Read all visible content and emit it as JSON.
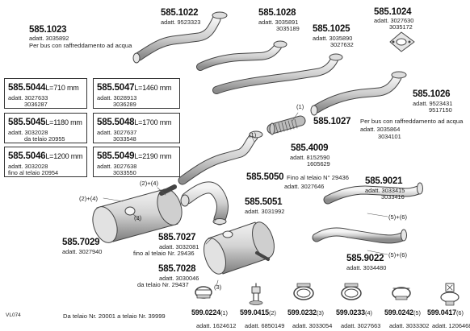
{
  "parts": {
    "p1022": {
      "code": "585.1022",
      "lines": [
        "adatt. 9523323"
      ]
    },
    "p1023": {
      "code": "585.1023",
      "lines": [
        "adatt. 3035892"
      ]
    },
    "note_bus": "Per bus con raffreddamento ad acqua",
    "p1028": {
      "code": "585.1028",
      "lines": [
        "adatt. 3035891",
        "3035189"
      ]
    },
    "p1025": {
      "code": "585.1025",
      "lines": [
        "adatt. 3035890",
        "3027632"
      ]
    },
    "p1024": {
      "code": "585.1024",
      "lines": [
        "adatt. 3027630",
        "3035172"
      ]
    },
    "p1026": {
      "code": "585.1026",
      "lines": [
        "adatt. 9523431",
        "9517150"
      ]
    },
    "p1027": {
      "code": "585.1027",
      "note": "Per bus con raffreddamento ad acqua",
      "lines": [
        "adatt. 3035864",
        "3034101"
      ]
    },
    "p4009": {
      "code": "585.4009",
      "lines": [
        "adatt. 8152590",
        "1605629"
      ]
    },
    "p5050": {
      "code": "585.5050",
      "note": "Fino al telaio N° 29436",
      "lines": [
        "adatt. 3027646"
      ]
    },
    "p5051": {
      "code": "585.5051",
      "lines": [
        "adatt. 3031992"
      ]
    },
    "p9021": {
      "code": "585.9021",
      "lines": [
        "adatt. 3033415",
        "3033416"
      ]
    },
    "p9022": {
      "code": "585.9022",
      "lines": [
        "adatt. 3034480"
      ]
    },
    "p7027": {
      "code": "585.7027",
      "lines": [
        "adatt. 3032081",
        "fino al telaio Nr. 29436"
      ]
    },
    "p7028": {
      "code": "585.7028",
      "lines": [
        "adatt. 3030046",
        "da telaio Nr. 29437"
      ]
    },
    "p7029": {
      "code": "585.7029",
      "lines": [
        "adatt. 3027940"
      ]
    }
  },
  "boxes": [
    {
      "code": "585.5044",
      "suffix": "L=710 mm",
      "lines": [
        "adatt. 3027633",
        "3036287"
      ]
    },
    {
      "code": "585.5047",
      "suffix": "L=1460 mm",
      "lines": [
        "adatt. 3028913",
        "3036289"
      ]
    },
    {
      "code": "585.5045",
      "suffix": "L=1180 mm",
      "lines": [
        "adatt. 3032028",
        "da telaio 20955"
      ]
    },
    {
      "code": "585.5048",
      "suffix": "L=1700 mm",
      "lines": [
        "adatt. 3027637",
        "3033548"
      ]
    },
    {
      "code": "585.5046",
      "suffix": "L=1200 mm",
      "lines": [
        "adatt. 3032028",
        "fino al telaio 20954"
      ]
    },
    {
      "code": "585.5049",
      "suffix": "L=2190 mm",
      "lines": [
        "adatt. 3027638",
        "3033550"
      ]
    }
  ],
  "callouts": {
    "c1a": "(1)",
    "c1b": "(1)",
    "c24a": "(2)+(4)",
    "c24b": "(2)+(4)",
    "c3a": "(3)",
    "c3b": "(3)",
    "c56a": "(5)+(6)",
    "c56b": "(5)+(6)"
  },
  "accessories": [
    {
      "code": "599.0224",
      "num": "(1)",
      "adatt": "adatt. 1624612"
    },
    {
      "code": "599.0415",
      "num": "(2)",
      "adatt": "adatt. 6850149"
    },
    {
      "code": "599.0232",
      "num": "(3)",
      "adatt": "adatt. 3033054"
    },
    {
      "code": "599.0233",
      "num": "(4)",
      "adatt": "adatt. 3027663"
    },
    {
      "code": "599.0242",
      "num": "(5)",
      "adatt": "adatt. 3033302"
    },
    {
      "code": "599.0417",
      "num": "(6)",
      "adatt": "adatt. 1206468"
    }
  ],
  "footer": {
    "id": "VL074",
    "range": "Da telaio Nr. 20001 a telaio Nr. 39999"
  }
}
